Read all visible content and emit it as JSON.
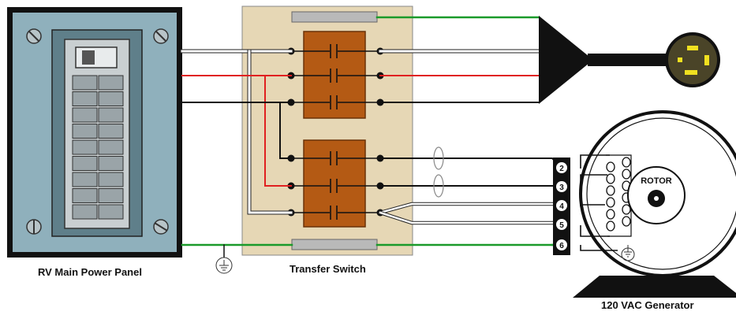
{
  "labels": {
    "panel": "RV Main Power Panel",
    "transfer_switch": "Transfer Switch",
    "generator": "120 VAC Generator",
    "rotor": "ROTOR"
  },
  "terminals": [
    "2",
    "3",
    "4",
    "5",
    "6"
  ],
  "colors": {
    "panel_body": "#8fb0bc",
    "panel_frame": "#111111",
    "panel_inner": "#5f7f8a",
    "switch_board": "#e6d7b5",
    "contactor": "#b45a14",
    "wire_hot": "#e02020",
    "wire_ground": "#1a9a2a",
    "wire_black": "#111111",
    "wire_neutral": "#ffffff",
    "plug_face": "#4a4428",
    "plug_pins": "#f0e020"
  }
}
